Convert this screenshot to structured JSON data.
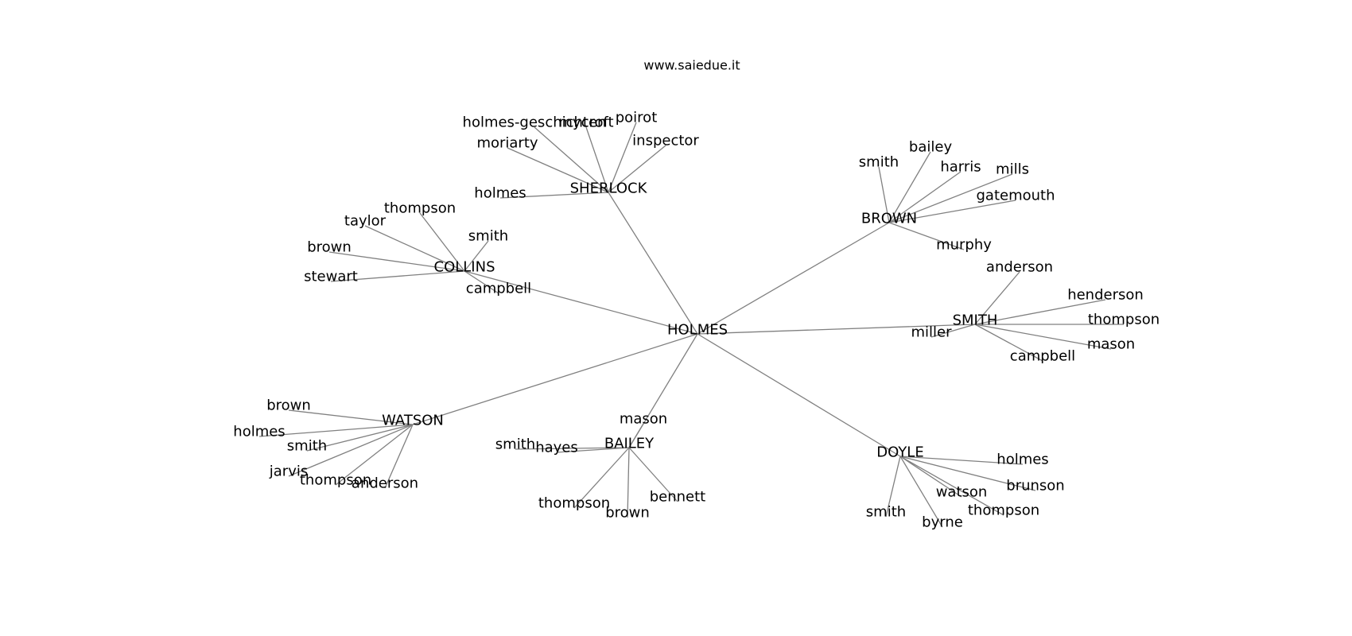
{
  "header": {
    "title": "www.saiedue.it"
  },
  "graph": {
    "root": "HOLMES",
    "clusters": [
      {
        "hub": "SHERLOCK",
        "leaves": [
          "holmes-geschichten",
          "mycroft",
          "poirot",
          "moriarty",
          "inspector",
          "holmes"
        ]
      },
      {
        "hub": "BROWN",
        "leaves": [
          "smith",
          "bailey",
          "harris",
          "mills",
          "gatemouth",
          "murphy"
        ]
      },
      {
        "hub": "COLLINS",
        "leaves": [
          "thompson",
          "taylor",
          "smith",
          "brown",
          "stewart",
          "campbell"
        ]
      },
      {
        "hub": "SMITH",
        "leaves": [
          "anderson",
          "henderson",
          "thompson",
          "miller",
          "mason",
          "campbell"
        ]
      },
      {
        "hub": "WATSON",
        "leaves": [
          "brown",
          "holmes",
          "smith",
          "jarvis",
          "thompson",
          "anderson"
        ]
      },
      {
        "hub": "BAILEY",
        "leaves": [
          "mason",
          "smith",
          "hayes",
          "thompson",
          "brown",
          "bennett"
        ]
      },
      {
        "hub": "DOYLE",
        "leaves": [
          "holmes",
          "brunson",
          "watson",
          "thompson",
          "smith",
          "byrne"
        ]
      }
    ]
  }
}
